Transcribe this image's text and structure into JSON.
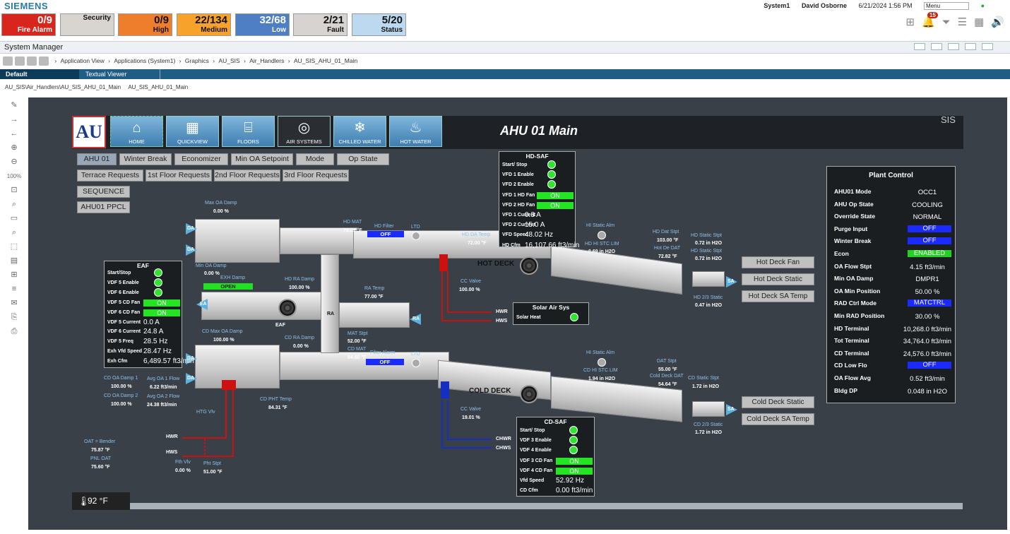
{
  "brand": "SIEMENS",
  "alarms": [
    {
      "count": "0/9",
      "label": "Fire Alarm",
      "color": "#d9261c",
      "text": "#ffffff"
    },
    {
      "count": "",
      "label": "Security",
      "color": "#d8d4cf",
      "text": "#111111"
    },
    {
      "count": "0/9",
      "label": "High",
      "color": "#ee7d2c",
      "text": "#111111"
    },
    {
      "count": "22/134",
      "label": "Medium",
      "color": "#f7a22a",
      "text": "#111111"
    },
    {
      "count": "32/68",
      "label": "Low",
      "color": "#4e7fc4",
      "text": "#ffffff"
    },
    {
      "count": "2/21",
      "label": "Fault",
      "color": "#d6d3d0",
      "text": "#111111"
    },
    {
      "count": "5/20",
      "label": "Status",
      "color": "#bcd9ef",
      "text": "#111111"
    }
  ],
  "top": {
    "system": "System1",
    "user": "David Osborne",
    "datetime": "6/21/2024 1:56 PM",
    "menu": "Menu",
    "bell_count": "15"
  },
  "window_title": "System Manager",
  "breadcrumb": [
    "Application View",
    "Applications (System1)",
    "Graphics",
    "AU_SIS",
    "Air_Handlers",
    "AU_SIS_AHU_01_Main"
  ],
  "tabs": [
    "Default",
    "Textual Viewer"
  ],
  "path": {
    "full": "AU_SIS\\Air_Handlers\\AU_SIS_AHU_01_Main",
    "short": "AU_SIS_AHU_01_Main"
  },
  "left_tools": {
    "zoom": "100%"
  },
  "nav": [
    {
      "label": "HOME",
      "icon": "⌂"
    },
    {
      "label": "QUICKVIEW",
      "icon": "▦"
    },
    {
      "label": "FLOORS",
      "icon": "⌸"
    },
    {
      "label": "AIR SYSTEMS",
      "icon": "◎"
    },
    {
      "label": "CHILLED WATER",
      "icon": "❄"
    },
    {
      "label": "HOT WATER",
      "icon": "♨"
    }
  ],
  "logo_text": "AU",
  "title": "AHU 01 Main",
  "sis": "SIS",
  "buttons_row1": [
    "AHU 01",
    "Winter Break",
    "Economizer",
    "Min OA Setpoint",
    "Mode",
    "Op State"
  ],
  "buttons_row2": [
    "Terrace Requests",
    "1st Floor Requests",
    "2nd Floor Requests",
    "3rd Floor Requests"
  ],
  "buttons_extra": [
    "SEQUENCE",
    "AHU01 PPCL"
  ],
  "labels": {
    "max_oa_damp": "Max OA Damp",
    "max_oa_damp_val": "0.00 %",
    "min_oa_damp": "Min OA Damp",
    "min_oa_damp_val": "0.00 %",
    "hd_mat": "HD MAT",
    "hd_mat_val": "72.21 °F",
    "hd_filter": "HD Filter",
    "hd_filter_val": "OFF",
    "ltd": "LTD",
    "hd_da_temp": "HD DA Temp",
    "hd_da_temp_val": "72.00 °F",
    "hi_static_alm": "HI Static Alm",
    "hd_hi_stc_lim": "HD HI STC LIM",
    "hd_hi_stc_lim_val": "0.69 in H2O",
    "hd_dat_stpt": "HD Dat Stpt",
    "hd_dat_stpt_val": "103.00 °F",
    "hot_deck_dat": "Hot De DAT",
    "hot_deck_dat_val": "72.82 °F",
    "hd_static_stpt": "HD Static Stpt",
    "hd_static_stpt_val": "0.72 in H2O",
    "hd_static_stpt2": "HD Static Stpt",
    "hd_static_stpt2_val": "0.72 in H2O",
    "hd_23_static": "HD 2/3 Static",
    "hd_23_static_val": "0.47 in H2O",
    "exh_damp": "EXH Damp",
    "exh_damp_val": "OPEN",
    "hd_ra_damp": "HD RA Damp",
    "hd_ra_damp_val": "100.00 %",
    "ra_temp": "RA Temp",
    "ra_temp_val": "77.00 °F",
    "ra": "RA",
    "cc_valve_hd": "CC Valve",
    "cc_valve_hd_val": "100.00 %",
    "hot_deck": "HOT DECK",
    "hwr": "HWR",
    "hws": "HWS",
    "eaf": "EAF",
    "cd_max_oa_damp": "CD Max OA Damp",
    "cd_max_oa_damp_val": "100.00 %",
    "cd_ra_damp": "CD RA Damp",
    "cd_ra_damp_val": "0.00 %",
    "mat_stpt": "MAT Stpt",
    "mat_stpt_val": "52.00 °F",
    "cd_mat": "CD MAT",
    "cd_mat_val": "84.60 °F",
    "filter_alarm": "Filter Alarm",
    "filter_alarm_val": "OFF",
    "hi_static_alm2": "HI Static Alm",
    "cd_hi_stc_lim": "CD HI STC LIM",
    "cd_hi_stc_lim_val": "1.94 in H2O",
    "dat_stpt": "DAT Stpt",
    "dat_stpt_val": "55.00 °F",
    "cold_deck_dat": "Cold Deck DAT",
    "cold_deck_dat_val": "54.64 °F",
    "cd_static_stpt": "CD Static Stpt",
    "cd_static_stpt_val": "1.72 in H2O",
    "cd_23_static": "CD 2/3 Static",
    "cd_23_static_val": "1.72 in H2O",
    "cold_deck": "COLD DECK",
    "cd_oa_damp1": "CD OA Damp 1",
    "cd_oa_damp1_val": "100.00 %",
    "cd_oa_damp2": "CD OA Damp 2",
    "cd_oa_damp2_val": "100.00 %",
    "avg_oa1": "Avg OA 1 Flow",
    "avg_oa1_val": "6.22 ft3/min",
    "avg_oa2": "Avg OA 2 Flow",
    "avg_oa2_val": "24.38 ft3/min",
    "cd_pht_temp": "CD PHT Temp",
    "cd_pht_temp_val": "84.31 °F",
    "htg_vlv": "HTG Vlv",
    "cc_valve_cd": "CC Valve",
    "cc_valve_cd_val": "19.01 %",
    "chwr": "CHWR",
    "chws": "CHWS",
    "oat_bender": "OAT = Bender",
    "oat_bender_val": "75.87 °F",
    "pnl_oat": "PNL OAT",
    "pnl_oat_val": "75.60 °F",
    "fth_vlv": "Fth Vlv",
    "fth_vlv_val": "0.00 %",
    "pht_stpt": "Pht Stpt",
    "pht_stpt_val": "51.00 °F",
    "hwr2": "HWR",
    "hws2": "HWS",
    "da": "DA",
    "ea": "EA",
    "sa": "SA"
  },
  "hdsaf": {
    "title": "HD-SAF",
    "rows": [
      {
        "label": "Start/ Stop",
        "kind": "led"
      },
      {
        "label": "VFD 1 Enable",
        "kind": "led"
      },
      {
        "label": "VFD 2 Enable",
        "kind": "led"
      },
      {
        "label": "VFD 1 HD Fan",
        "kind": "on",
        "value": "ON"
      },
      {
        "label": "VFD 2 HD Fan",
        "kind": "on",
        "value": "ON"
      },
      {
        "label": "VFD 1 Current",
        "kind": "text",
        "value": "0.3 A"
      },
      {
        "label": "VFD 2 Current",
        "kind": "text",
        "value": "15.0 A"
      },
      {
        "label": "VFD Speed",
        "kind": "text",
        "value": "48.02 Hz"
      },
      {
        "label": "HD Cfm",
        "kind": "text",
        "value": "16,107.66 ft3/min"
      }
    ]
  },
  "eaf": {
    "title": "EAF",
    "rows": [
      {
        "label": "Start/Stop",
        "kind": "led"
      },
      {
        "label": "VDF 5 Enable",
        "kind": "led"
      },
      {
        "label": "VDF 6 Enable",
        "kind": "led"
      },
      {
        "label": "VDF 5 CD Fan",
        "kind": "on",
        "value": "ON"
      },
      {
        "label": "VDF 6 CD Fan",
        "kind": "on",
        "value": "ON"
      },
      {
        "label": "VDF 5 Current",
        "kind": "text",
        "value": "0.0 A"
      },
      {
        "label": "VDF 6 Current",
        "kind": "text",
        "value": "24.8 A"
      },
      {
        "label": "VDF 5 Freq",
        "kind": "text",
        "value": "28.5 Hz"
      },
      {
        "label": "Exh Vfd Speed",
        "kind": "text",
        "value": "28.47 Hz"
      },
      {
        "label": "Exh Cfm",
        "kind": "text",
        "value": "6,489.57 ft3/min"
      }
    ]
  },
  "cdsaf": {
    "title": "CD-SAF",
    "rows": [
      {
        "label": "Start/ Stop",
        "kind": "led"
      },
      {
        "label": "VDF 3 Enable",
        "kind": "led"
      },
      {
        "label": "VDF 4 Enable",
        "kind": "led"
      },
      {
        "label": "VDF 3 CD Fan",
        "kind": "on",
        "value": "ON"
      },
      {
        "label": "VDF 4 CD Fan",
        "kind": "on",
        "value": "ON"
      },
      {
        "label": "Vfd Speed",
        "kind": "text",
        "value": "52.92 Hz"
      },
      {
        "label": "CD Cfm",
        "kind": "text",
        "value": "0.00 ft3/min"
      }
    ]
  },
  "solar": {
    "title": "Solar Air Sys",
    "label": "Solar Heat"
  },
  "side_buttons": [
    "Hot Deck Fan",
    "Hot Deck Static",
    "Hot Deck SA Temp",
    "Cold Deck Static",
    "Cold Deck SA Temp"
  ],
  "plant": {
    "title": "Plant Control",
    "rows": [
      {
        "label": "AHU01 Mode",
        "value": "OCC1",
        "style": ""
      },
      {
        "label": "AHU Op State",
        "value": "COOLING",
        "style": ""
      },
      {
        "label": "Override State",
        "value": "NORMAL",
        "style": ""
      },
      {
        "label": "Purge Input",
        "value": "OFF",
        "style": "blue"
      },
      {
        "label": "Winter Break",
        "value": "OFF",
        "style": "blue"
      },
      {
        "label": "Econ",
        "value": "ENABLED",
        "style": "green"
      },
      {
        "label": "OA Flow Stpt",
        "value": "4.15 ft3/min",
        "style": ""
      },
      {
        "label": "Min OA Damp",
        "value": "DMPR1",
        "style": ""
      },
      {
        "label": "OA Min Position",
        "value": "50.00 %",
        "style": ""
      },
      {
        "label": "RAD Ctrl Mode",
        "value": "MATCTRL",
        "style": "blue"
      },
      {
        "label": "Min RAD Position",
        "value": "30.00 %",
        "style": ""
      },
      {
        "label": "HD Terminal",
        "value": "10,268.0 ft3/min",
        "style": ""
      },
      {
        "label": "Tot Terminal",
        "value": "34,764.0 ft3/min",
        "style": ""
      },
      {
        "label": "CD Terminal",
        "value": "24,576.0 ft3/min",
        "style": ""
      },
      {
        "label": "CD Low Flo",
        "value": "OFF",
        "style": "blue"
      },
      {
        "label": "OA Flow Avg",
        "value": "0.52 ft3/min",
        "style": ""
      },
      {
        "label": "Bldg DP",
        "value": "0.048 in H2O",
        "style": ""
      }
    ]
  },
  "outdoor_temp": "92 °F"
}
